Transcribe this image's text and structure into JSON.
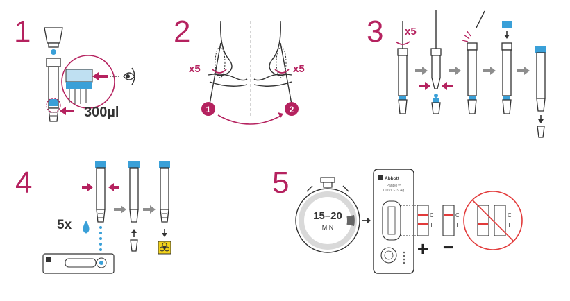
{
  "steps": [
    {
      "number": "1",
      "volume": "300µl"
    },
    {
      "number": "2",
      "count": "x5",
      "count2": "x5",
      "nostril1": "1",
      "nostril2": "2"
    },
    {
      "number": "3",
      "count": "x5"
    },
    {
      "number": "4",
      "drops": "5x"
    },
    {
      "number": "5",
      "timer": "15–20",
      "timer_unit": "MIN",
      "brand": "Abbott",
      "product_line1": "Panbio™",
      "product_line2": "COVID-19 Ag",
      "line_c": "C",
      "line_t": "T",
      "positive_symbol": "+",
      "negative_symbol": "−",
      "invalid_c": "C",
      "invalid_t": "T",
      "neg_c": "C",
      "neg_t": "T"
    }
  ],
  "colors": {
    "accent": "#b5225f",
    "blue": "#3aa0d8",
    "line": "#333333",
    "arrow": "#8e8e8e",
    "result_line": "#e23b3b",
    "hazard": "#f2d21b"
  },
  "icons": [
    "eye-icon",
    "drop-icon",
    "biohazard-icon",
    "stopwatch-icon",
    "prohibited-icon"
  ]
}
